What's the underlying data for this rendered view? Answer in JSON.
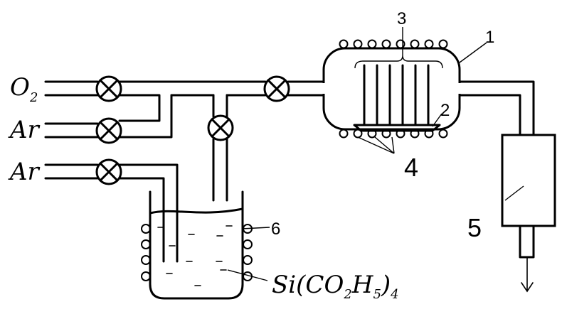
{
  "inlets": [
    {
      "gas": "O",
      "subscript": "2"
    },
    {
      "gas": "Ar",
      "subscript": ""
    },
    {
      "gas": "Ar",
      "subscript": ""
    }
  ],
  "reagent": {
    "formula": "Si(CO",
    "sub1": "2",
    "mid": "H",
    "sub2": "5",
    "close": ")",
    "sub3": "4"
  },
  "callouts": {
    "chamber": "1",
    "holder": "2",
    "wafers": "3",
    "heaters": "4",
    "trap": "5",
    "bath_heater": "6"
  }
}
